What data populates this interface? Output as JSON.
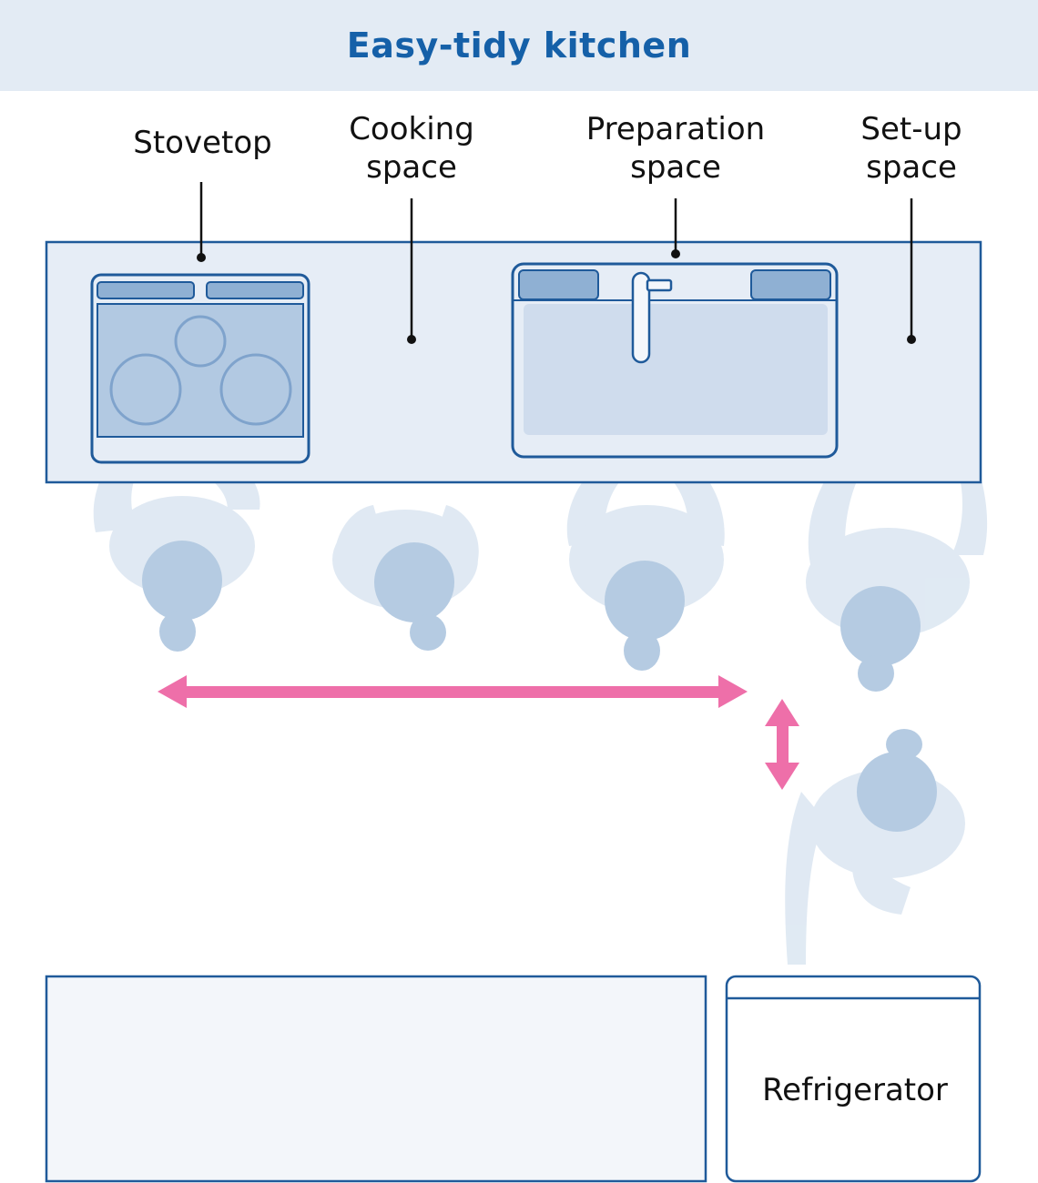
{
  "title": "Easy-tidy kitchen",
  "labels": {
    "stovetop": "Stovetop",
    "cooking_space": "Cooking\nspace",
    "preparation_space": "Preparation\nspace",
    "setup_space": "Set-up\nspace",
    "refrigerator": "Refrigerator"
  },
  "colors": {
    "header_bg": "#e3ebf4",
    "title": "#1560a8",
    "outline": "#1f5a9a",
    "counter_fill": "#e6edf6",
    "person": "#a9c3de",
    "arrow": "#ee6fa9"
  }
}
